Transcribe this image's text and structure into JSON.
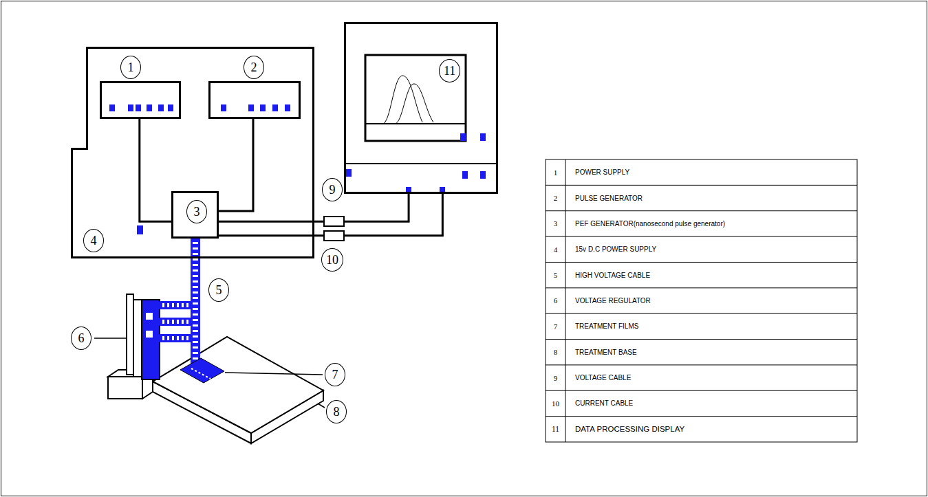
{
  "diagram": {
    "nodes": [
      {
        "text": [
          "4"
        ]
      },
      {
        "text": [
          "1"
        ],
        "in": 0
      },
      {
        "text": [
          "2"
        ],
        "in": 0
      },
      {
        "text": [
          "3"
        ],
        "in": 0
      },
      {
        "text": [
          "11"
        ]
      }
    ],
    "edges": [
      {
        "from": 1,
        "to": 3,
        "arrow": "none"
      },
      {
        "from": 2,
        "to": 3,
        "arrow": "none"
      },
      {
        "from": 3,
        "to": 4,
        "arrow": "none"
      },
      {
        "from": 3,
        "to": 4,
        "arrow": "none"
      }
    ],
    "labels": [
      "5",
      "6",
      "7",
      "8",
      "9",
      "10",
      "1",
      "POWER SUPPLY",
      "2",
      "PULSE GENERATOR",
      "3",
      "PEF GENERATOR(nanosecond pulse generator)",
      "4",
      "15v D.C POWER SUPPLY",
      "5",
      "HIGH VOLTAGE CABLE",
      "6",
      "VOLTAGE REGULATOR",
      "7",
      "TREATMENT FILMS",
      "8",
      "TREATMENT BASE",
      "9",
      "VOLTAGE CABLE",
      "10",
      "CURRENT CABLE",
      "11",
      "DATA PROCESSING DISPLAY"
    ]
  }
}
